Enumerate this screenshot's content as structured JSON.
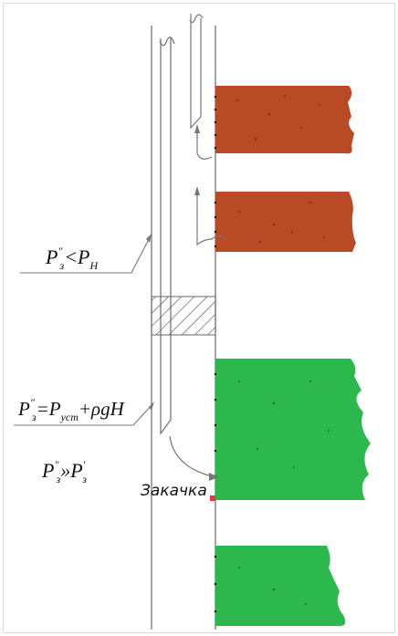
{
  "formulas": {
    "f1": {
      "base": "P",
      "sup": "\"",
      "sub": "з",
      "op": "<",
      "rhs_base": "P",
      "rhs_sub": "Н"
    },
    "f2": {
      "base": "P",
      "sup": "\"",
      "sub": "з",
      "op": "=",
      "t1_base": "P",
      "t1_sub": "уст",
      "t2": "+ρgH"
    },
    "f3": {
      "base": "P",
      "sup": "\"",
      "sub": "з",
      "op": "»",
      "rhs_base": "P",
      "rhs_sup": "'",
      "rhs_sub": "з"
    }
  },
  "caption": "Закачка",
  "colors": {
    "upper_layer": "#b84a26",
    "lower_layer": "#2cb84e",
    "lines": "#777777",
    "hatch": "#555555"
  }
}
